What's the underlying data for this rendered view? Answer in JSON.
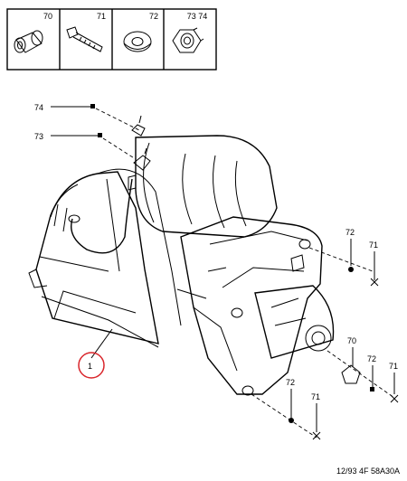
{
  "parts_strip": [
    {
      "code": "70",
      "icon": "bushing-icon"
    },
    {
      "code": "71",
      "icon": "bolt-icon"
    },
    {
      "code": "72",
      "icon": "washer-icon"
    },
    {
      "code": "73 74",
      "icon": "nut-icon"
    }
  ],
  "callouts": {
    "c74": "74",
    "c73": "73",
    "c1": "1",
    "c72_a": "72",
    "c71_a": "71",
    "c70": "70",
    "c72_b": "72",
    "c71_b": "71",
    "c72_c": "72",
    "c71_c": "71"
  },
  "footer": "12/93 4F 58A30A",
  "colors": {
    "highlight_circle": "#d9252b",
    "line": "#000000"
  }
}
